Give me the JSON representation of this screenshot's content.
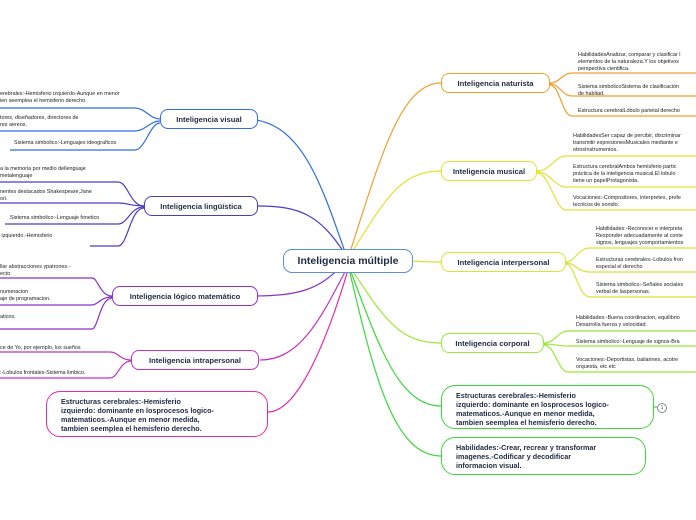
{
  "central": "Inteligencia múltiple",
  "branches": {
    "visual": "Inteligencia visual",
    "linguistica": "Inteligencia lingüística",
    "logico": "Inteligencia lógico matemático",
    "intrapersonal": "Inteligencia intrapersonal",
    "naturista": "Inteligencia naturista",
    "musical": "Inteligencia musical",
    "interpersonal": "Inteligencia interpersonal",
    "corporal": "Inteligencia corporal"
  },
  "leaves": {
    "visual": [
      "erebrales:-Hemisferio izquierdo-Aunque en menor\nien seemplea el hemisferio derecho.",
      "tores, diseñadores, directores de\nres aereos.",
      "Sistema simbolico:-Lenguajes ideograficos"
    ],
    "linguistica": [
      "a la memoria por medio dellenguaje\nmetalenguaje",
      "nentes destacados Shakespeare,Jane\nori.",
      "Sistema simbolico:-Lenguaje fonetico",
      " izquierdo.-Hemisferio"
    ],
    "logico": [
      "llar abstracciones ypatrones.-\necto",
      "numeracion\naje de programacion.",
      "aticos,"
    ],
    "intrapersonal": [
      "ce de Yo, por ejemplo, los sueños",
      ":-Lobulos frontales-Sistema limbico."
    ],
    "naturista": [
      "HabilidadesAnalizar, comparar y clasificar l\nelementos de la naturaleza.Y los objetivos\nperspectiva cientifica.",
      "Sistema simbolicoSistema de clasificación\nde habitad.",
      "Estructura cerebralLóbulo parietal derecho"
    ],
    "musical": [
      "HabilidadesSer capaz de percibir, discriminar\ntransmitir expresionesMusicales mediante e\notrosInstrumentos.",
      "Estructura cerebralAmbos hemisferio partic\npráctica de la inteligencia musical.El lobulo\ntiene un papelProtagonista.",
      "Vocaciones:-Compositores, interpretes, profe\ntecnicos de sonido."
    ],
    "interpersonal": [
      "Habilidades:-Reconocer e interpreta\nResponder adecuadamente al conte\nsignos, lenguajes ycomportamientos",
      "Estructuras cerebrales:-Lobulos fron\nespecial el derecho",
      "Sistema simbolico:-Señales sociales\nverbal de laspersonas."
    ],
    "corporal": [
      "Habilidades:-Buena coordinacion, equilibrio\nDesarrolla fuerza y velocidad.",
      "Sistema simbolico:-Lenguaje de signos-Bra",
      "Vocaciones:-Deportistas, bailarines, acotre\norquesta, etc etc"
    ]
  },
  "big_nodes": {
    "left_estructuras": "Estructuras cerebrales:-Hemisferio\nizquierdo: dominante en losprocesos logico-\nmatematicos.-Aunque en menor medida,\ntambien seemplea el hemisferio derecho.",
    "right_estructuras": "Estructuras cerebrales:-Hemisferio\nizquierdo: dominante en losprocesos logico-\nmatematicos.-Aunque en menor medida,\ntambien seemplea el hemisferio derecho.",
    "right_habilidades": "Habilidades:-Crear, recrear y transformar\nimagenes.-Codificar y decodificar\ninformacion visual."
  },
  "badge": "1",
  "colors": {
    "visual": "#2f6fe0",
    "linguistica": "#4a3cc8",
    "logico": "#8a33cc",
    "intrapersonal": "#c233c0",
    "pink": "#e62aa8",
    "naturista": "#f0a030",
    "musical": "#e8e030",
    "interpersonal": "#d8e438",
    "corporal": "#9ae838",
    "green": "#3ed63e",
    "central": "#5b8fd6"
  }
}
